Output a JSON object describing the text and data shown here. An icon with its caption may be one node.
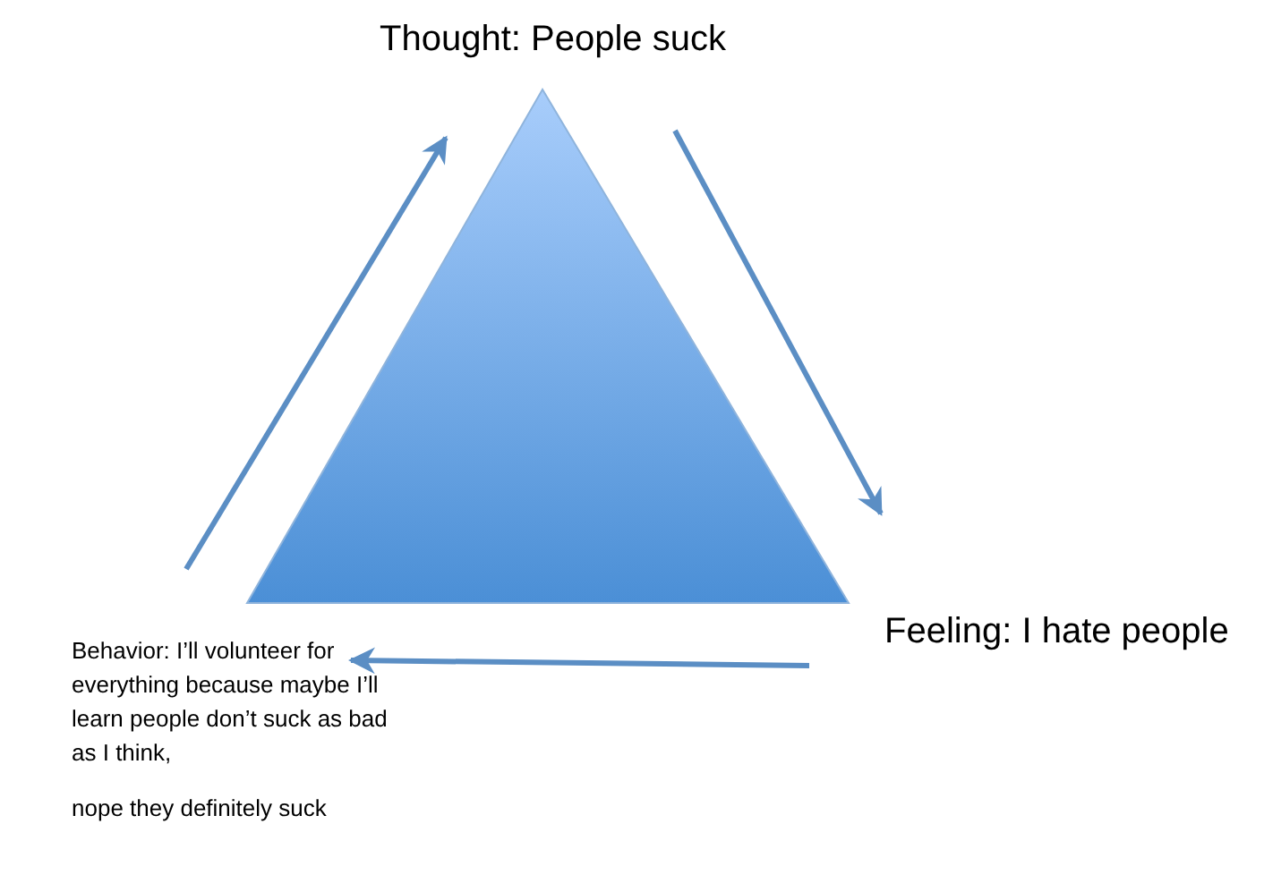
{
  "diagram": {
    "nodes": [
      {
        "text": [
          "Thought: People suck"
        ]
      },
      {
        "text": [
          "Feeling: I hate people"
        ]
      },
      {
        "text": [
          "Behavior: I’ll volunteer for everything because maybe I’ll learn people don’t suck as bad as I think,",
          "nope they definitely suck"
        ]
      }
    ],
    "edges": [
      {
        "from": 0,
        "to": 1,
        "arrow": "to"
      },
      {
        "from": 1,
        "to": 2,
        "arrow": "to"
      },
      {
        "from": 2,
        "to": 0,
        "arrow": "to"
      }
    ]
  }
}
